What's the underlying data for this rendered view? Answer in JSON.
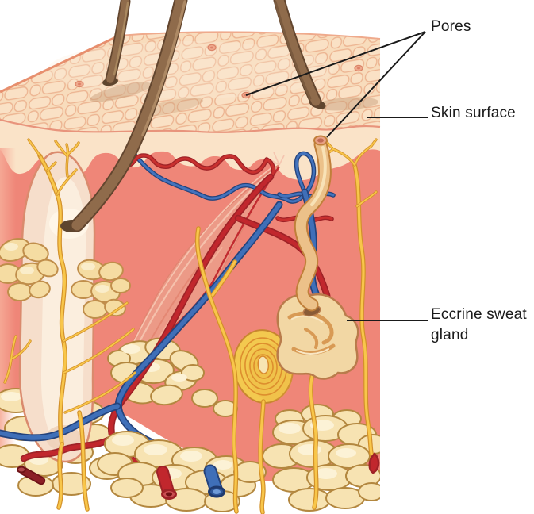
{
  "figure": {
    "type": "anatomical-diagram",
    "subject": "Cross-section of human skin showing pores, skin surface and eccrine sweat gland",
    "background": "#ffffff"
  },
  "labels": {
    "pores": {
      "text": "Pores"
    },
    "skin_surface": {
      "text": "Skin surface"
    },
    "eccrine_sweat_gland": {
      "text": "Eccrine sweat gland"
    }
  },
  "colors": {
    "label_text": "#1a1a1a",
    "leader_line": "#1a1a1a",
    "dermis": "#ef8678",
    "epidermis": "#fae3c8",
    "surface_cells": "#f8dcbc",
    "cell_outline": "#ecb28f",
    "hair": "#8f6b4b",
    "hair_outline": "#63462f",
    "artery": "#c1272d",
    "vein": "#3f6fb8",
    "nerve": "#f8c64a",
    "muscle": "#ec9a87",
    "sebaceous_gland": "#f5dca2",
    "fat": "#f7e3b2",
    "sweat_gland": "#f2d7a4",
    "sweat_duct": "#ecc189",
    "hair_follicle": "#f6decb",
    "pacinian_corpuscle": "#f3c94f"
  }
}
